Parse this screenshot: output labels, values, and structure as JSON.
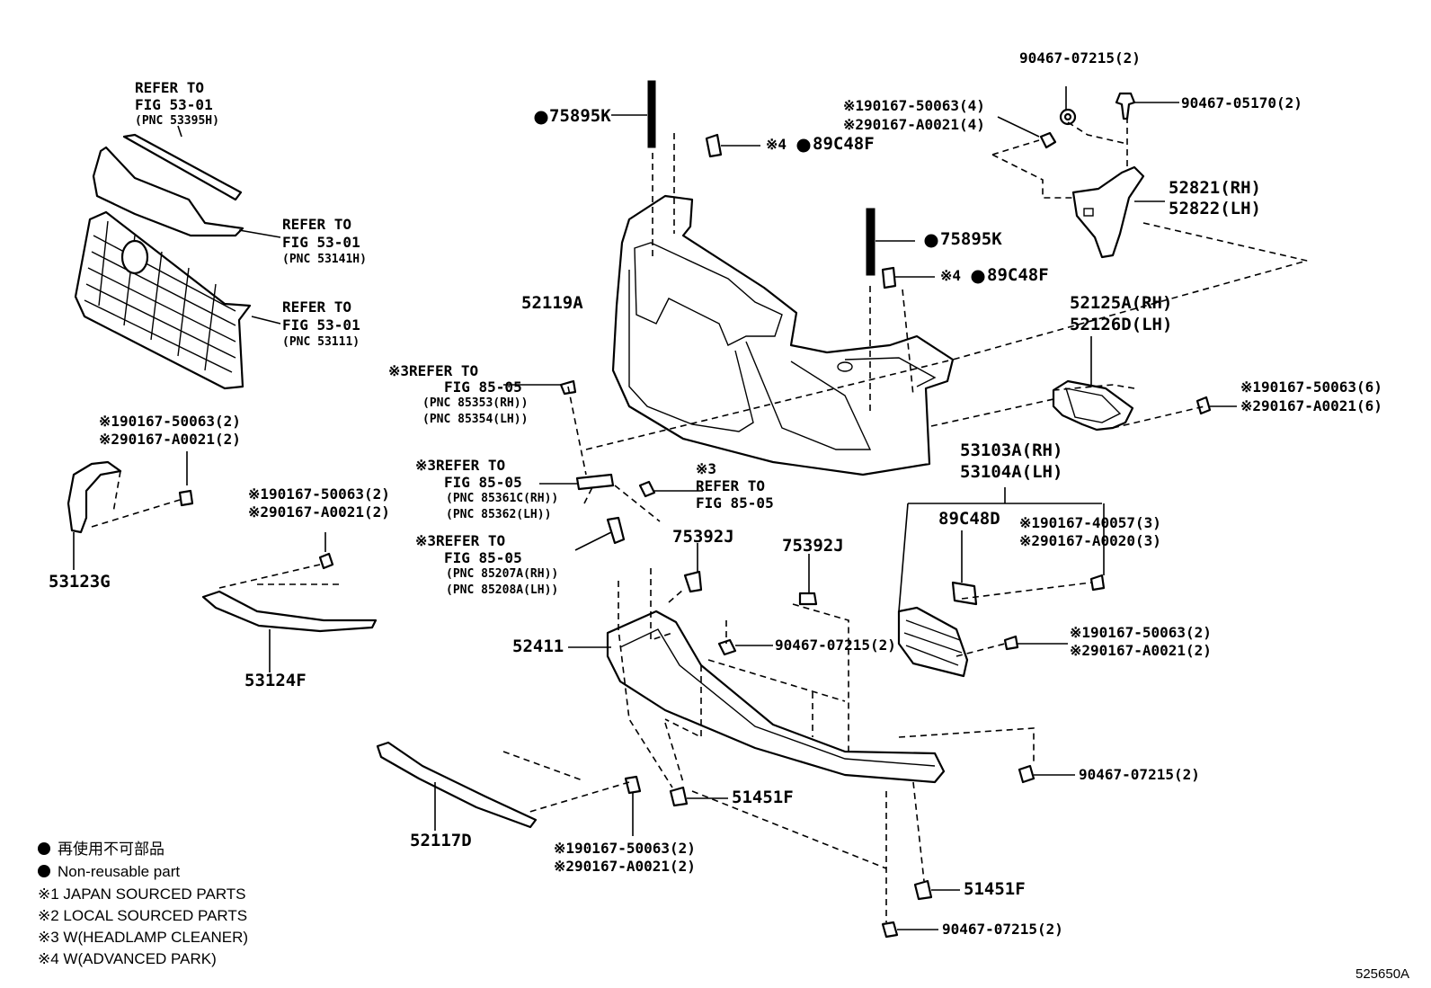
{
  "labels": {
    "refer_53395h_1": "REFER TO",
    "refer_53395h_2": "FIG 53-01",
    "refer_53395h_3": "(PNC 53395H)",
    "refer_53141h_1": "REFER TO",
    "refer_53141h_2": "FIG 53-01",
    "refer_53141h_3": "(PNC 53141H)",
    "refer_53111_1": "REFER TO",
    "refer_53111_2": "FIG 53-01",
    "refer_53111_3": "(PNC 53111)",
    "p75895k_top": "75895K",
    "p89c48f_top": "※4",
    "p89c48f_top_b": "89C48F",
    "p52119a": "52119A",
    "p75895k_mid": "75895K",
    "p89c48f_mid": "※4",
    "p89c48f_mid_b": "89C48F",
    "p90467_07215_top": "90467-07215(2)",
    "p90167_50063_4": "※190167-50063(4)",
    "p90167_a0021_4": "※290167-A0021(4)",
    "p90467_05170": "90467-05170(2)",
    "p52821": "52821(RH)",
    "p52822": "52822(LH)",
    "p52125a": "52125A(RH)",
    "p52126d": "52126D(LH)",
    "p90167_50063_6": "※190167-50063(6)",
    "p90167_a0021_6": "※290167-A0021(6)",
    "refer_85353_1": "※3REFER TO",
    "refer_85353_2": "FIG 85-05",
    "refer_85353_3": "(PNC 85353(RH))",
    "refer_85353_4": "(PNC 85354(LH))",
    "refer_85361_1": "※3REFER TO",
    "refer_85361_2": "FIG 85-05",
    "refer_85361_3": "(PNC 85361C(RH))",
    "refer_85361_4": "(PNC 85362(LH))",
    "refer_85207_1": "※3REFER TO",
    "refer_85207_2": "FIG 85-05",
    "refer_85207_3": "(PNC 85207A(RH))",
    "refer_85207_4": "(PNC 85208A(LH))",
    "refer_8505_1": "※3",
    "refer_8505_2": "REFER TO",
    "refer_8505_3": "FIG 85-05",
    "p90167_50063_2_a": "※190167-50063(2)",
    "p90167_a0021_2_a": "※290167-A0021(2)",
    "p53123g": "53123G",
    "p90167_50063_2_b": "※190167-50063(2)",
    "p90167_a0021_2_b": "※290167-A0021(2)",
    "p53124f": "53124F",
    "p75392j_a": "75392J",
    "p75392j_b": "75392J",
    "p53103a": "53103A(RH)",
    "p53104a": "53104A(LH)",
    "p89c48d": "89C48D",
    "p90167_40057": "※190167-40057(3)",
    "p90167_a0020": "※290167-A0020(3)",
    "p52411": "52411",
    "p90467_07215_mid": "90467-07215(2)",
    "p90167_50063_2_c": "※190167-50063(2)",
    "p90167_a0021_2_c": "※290167-A0021(2)",
    "p90467_07215_right": "90467-07215(2)",
    "p51451f_a": "51451F",
    "p52117d": "52117D",
    "p90167_50063_2_d": "※190167-50063(2)",
    "p90167_a0021_2_d": "※290167-A0021(2)",
    "p51451f_b": "51451F",
    "p90467_07215_bottom": "90467-07215(2)"
  },
  "legend": {
    "jp": "再使用不可部品",
    "en": "Non-reusable part",
    "note1": "※1 JAPAN SOURCED PARTS",
    "note2": "※2 LOCAL SOURCED PARTS",
    "note3": "※3 W(HEADLAMP CLEANER)",
    "note4": "※4 W(ADVANCED PARK)"
  },
  "figure_id": "525650A",
  "colors": {
    "ink": "#000000",
    "paper": "#ffffff"
  }
}
